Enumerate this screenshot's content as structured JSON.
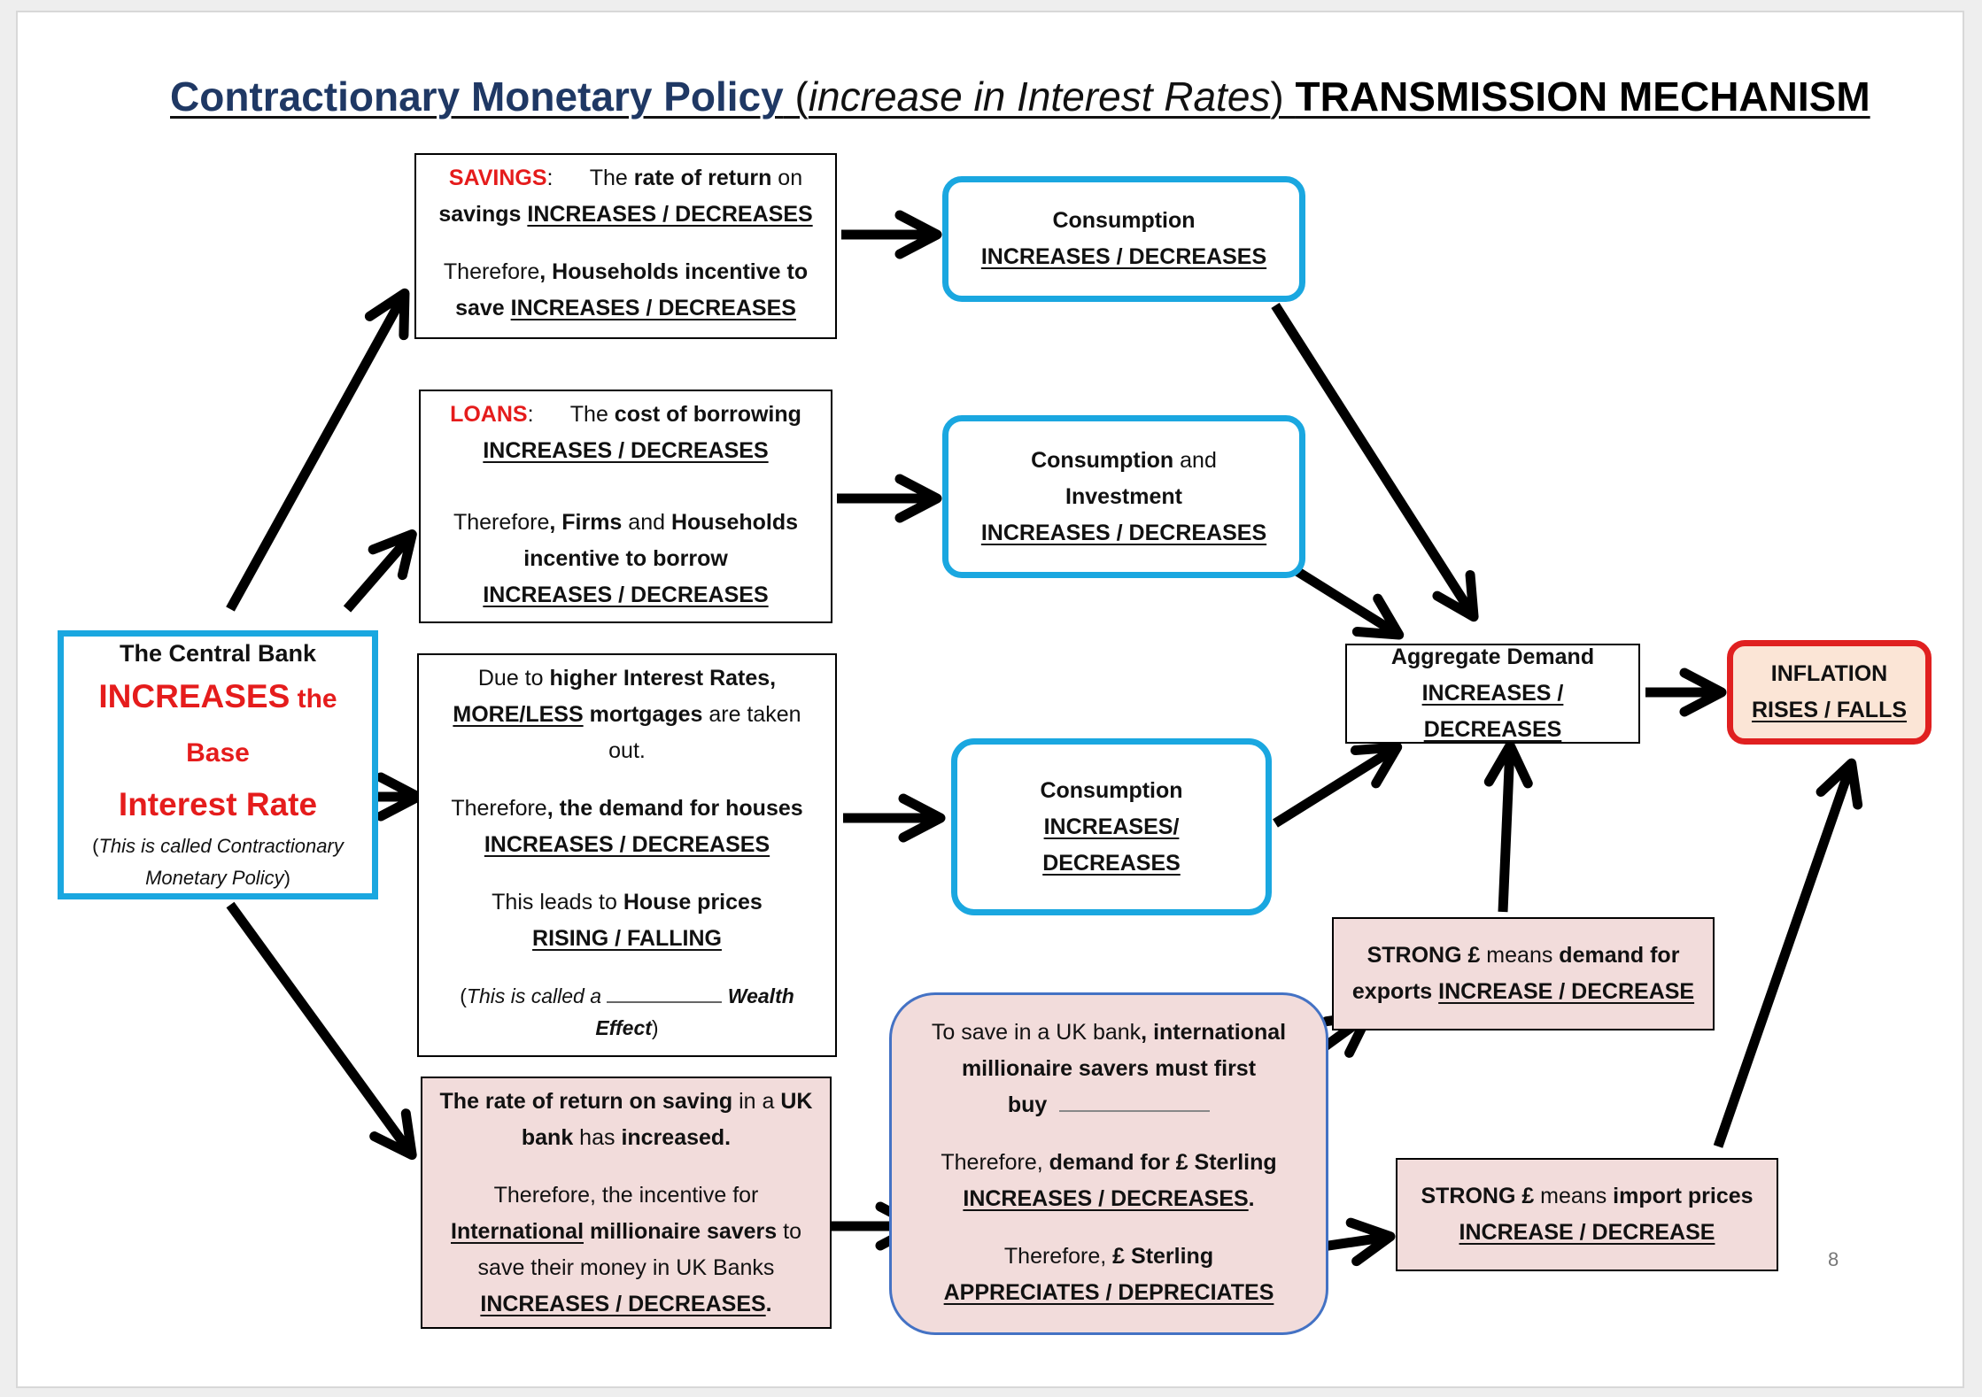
{
  "title": {
    "part1": "Contractionary Monetary Policy",
    "part2_open": " (",
    "part2": "increase in Interest Rates",
    "part2_close": ") ",
    "part3": "TRANSMISSION MECHANISM"
  },
  "central_bank": {
    "line1": "The Central Bank",
    "line2a": "INCREASES",
    "line2b": " the Base",
    "line3": "Interest Rate",
    "note_open": "(",
    "note": "This is called Contractionary Monetary Policy",
    "note_close": ")"
  },
  "savings": {
    "label": "SAVINGS",
    "colon": ":",
    "t1": "The ",
    "t2": "rate of return",
    "t3": " on",
    "t4": "savings ",
    "choice1": "INCREASES / DECREASES",
    "t5": "Therefore",
    "t6": ", Households incentive to",
    "t7": "save ",
    "choice2": "INCREASES / DECREASES"
  },
  "loans": {
    "label": "LOANS",
    "colon": ":",
    "t1": "The ",
    "t2": "cost of borrowing",
    "choice1": "INCREASES / DECREASES",
    "t3": "Therefore",
    "t4": ", Firms",
    "t5": " and ",
    "t6": "Households",
    "t7": "incentive to borrow",
    "choice2": "INCREASES / DECREASES"
  },
  "mortgages": {
    "t1": "Due to ",
    "t2": "higher Interest Rates,",
    "t3": "MORE/LESS",
    "t4": " mortgages",
    "t5": " are taken",
    "t6": "out.",
    "t7": "Therefore",
    "t8": ", the ",
    "t9": "demand for houses",
    "choice1": "INCREASES / DECREASES",
    "t10": "This leads to ",
    "t11": "House prices",
    "choice2": "RISING / FALLING",
    "t12": "(",
    "t13": "This is called a ",
    "t14": " Wealth",
    "t15": "Effect",
    "t16": ")"
  },
  "saving_uk": {
    "t1": "The rate of return on saving",
    "t2": " in a ",
    "t3": "UK",
    "t4": "bank",
    "t5": " has ",
    "t6": "increased.",
    "t7": "Therefore, the incentive for",
    "t8": "International",
    "t9": " millionaire savers",
    "t10": " to",
    "t11": "save their money in UK Banks",
    "choice": "INCREASES / DECREASES",
    "t12": "."
  },
  "consumption1": {
    "t1": "Consumption",
    "choice": "INCREASES / DECREASES"
  },
  "consumption2": {
    "t1": "Consumption",
    "t2": " and",
    "t3": "Investment",
    "choice": "INCREASES / DECREASES"
  },
  "consumption3": {
    "t1": "Consumption",
    "choice": "INCREASES/ DECREASES"
  },
  "sterling": {
    "t1": "To save in a UK bank",
    "t2": ", international",
    "t3": "millionaire savers must first",
    "t4": "buy",
    "t5": "Therefore, ",
    "t6": "demand for £ Sterling",
    "choice1": "INCREASES / DECREASES",
    "t7": ".",
    "t8": "Therefore, ",
    "t9": "£ Sterling",
    "choice2": "APPRECIATES / DEPRECIATES"
  },
  "aggregate": {
    "t1": "Aggregate Demand",
    "choice": "INCREASES / DECREASES"
  },
  "inflation": {
    "t1": "INFLATION",
    "choice": "RISES / FALLS"
  },
  "exports": {
    "t1": "STRONG £",
    "t2": " means ",
    "t3": "demand for",
    "t4": "exports ",
    "choice": "INCREASE / DECREASE"
  },
  "imports": {
    "t1": "STRONG £",
    "t2": " means ",
    "t3": "import prices",
    "choice": "INCREASE / DECREASE"
  },
  "page_number": "8",
  "colors": {
    "navy": "#1f3864",
    "blue_border": "#1aa7e0",
    "red": "#e51c1c",
    "pink_fill": "#f2dcdb",
    "inflation_fill": "#fbe5d6"
  }
}
